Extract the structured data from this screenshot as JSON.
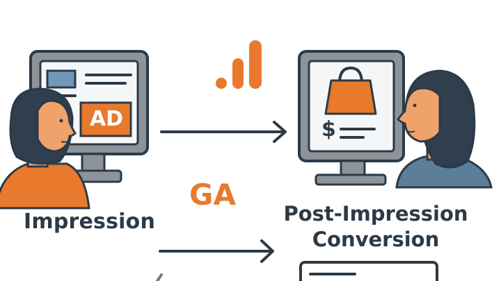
{
  "labels": {
    "impression": "Impression",
    "post_impression_line1": "Post-Impression",
    "post_impression_line2": "Conversion",
    "ga": "GA",
    "ad": "AD",
    "currency": "$"
  },
  "colors": {
    "accent": "#e8792d",
    "outline": "#2c3a47",
    "screen": "#f4f6f8",
    "monitor": "#8d9499",
    "hair": "#2f3f4d",
    "skin": "#f0a26b",
    "blue_shirt": "#5b7f99",
    "ad_blue": "#6f98bb"
  },
  "icons": [
    "analytics-bars-icon",
    "shopping-bag-icon",
    "arrow-right-icon"
  ]
}
